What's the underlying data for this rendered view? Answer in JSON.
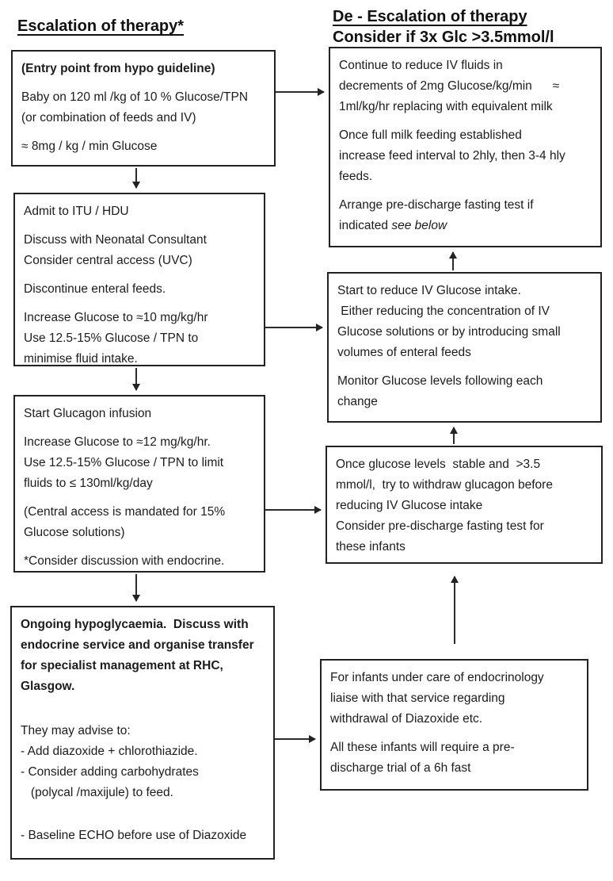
{
  "page": {
    "left_title": "Escalation of therapy*",
    "right_title_line1": "De - Escalation of therapy",
    "right_title_line2": "Consider if 3x Glc >3.5mmol/l"
  },
  "escalation": {
    "entry": {
      "heading": "(Entry point from hypo guideline)",
      "l1": "Baby on 120 ml /kg of 10 % Glucose/TPN",
      "l2": "(or combination of feeds and IV)",
      "l3": "≈ 8mg / kg / min Glucose"
    },
    "admit": {
      "l1": "Admit to ITU / HDU",
      "l2": "Discuss with Neonatal Consultant",
      "l3": "Consider central access (UVC)",
      "l4": "Discontinue enteral feeds.",
      "l5": "Increase Glucose to ≈10 mg/kg/hr",
      "l6": "Use 12.5-15% Glucose / TPN to",
      "l7": "minimise fluid intake."
    },
    "glucagon": {
      "l1": "Start Glucagon infusion",
      "l2": "Increase Glucose to ≈12 mg/kg/hr.",
      "l3": "Use 12.5-15% Glucose / TPN to limit",
      "l4": "fluids to ≤ 130ml/kg/day",
      "l5": "(Central access is mandated for 15%",
      "l6": "Glucose solutions)",
      "l7": "*Consider discussion with endocrine."
    },
    "ongoing": {
      "b1": "Ongoing hypoglycaemia.  Discuss with",
      "b2": "endocrine service and organise transfer",
      "b3": "for specialist management at RHC,",
      "b4": "Glasgow.",
      "l1": "They may advise to:",
      "l2": "- Add diazoxide + chlorothiazide.",
      "l3": "- Consider adding carbohydrates",
      "l4": "   (polycal /maxijule) to feed.",
      "l5": "- Baseline ECHO before use of Diazoxide"
    }
  },
  "deescalation": {
    "reduce_fluids": {
      "l1": "Continue to reduce IV fluids in",
      "l2": "decrements of 2mg Glucose/kg/min      ≈",
      "l3": "1ml/kg/hr replacing with equivalent milk",
      "l4": "Once full milk feeding established",
      "l5": "increase feed interval to 2hly, then 3-4 hly",
      "l6": "feeds.",
      "l7": "Arrange pre-discharge fasting test if",
      "l8a": "indicated ",
      "l8b": "see below"
    },
    "reduce_iv": {
      "l1": "Start to reduce IV Glucose intake.",
      "l2": " Either reducing the concentration of IV",
      "l3": "Glucose solutions or by introducing small",
      "l4": "volumes of enteral feeds",
      "l5": "Monitor Glucose levels following each",
      "l6": "change"
    },
    "stable": {
      "l1": "Once glucose levels  stable and  >3.5",
      "l2": "mmol/l,  try to withdraw glucagon before",
      "l3": "reducing IV Glucose intake",
      "l4": "Consider pre-discharge fasting test for",
      "l5": "these infants"
    },
    "endocrinology": {
      "l1": "For infants under care of endocrinology",
      "l2": "liaise with that service regarding",
      "l3": "withdrawal of Diazoxide etc.",
      "l4": "All these infants will require a pre-",
      "l5": "discharge trial of a 6h fast"
    }
  },
  "colors": {
    "border": "#222222",
    "arrow": "#2b2b2b",
    "text": "#1c1c1c"
  }
}
